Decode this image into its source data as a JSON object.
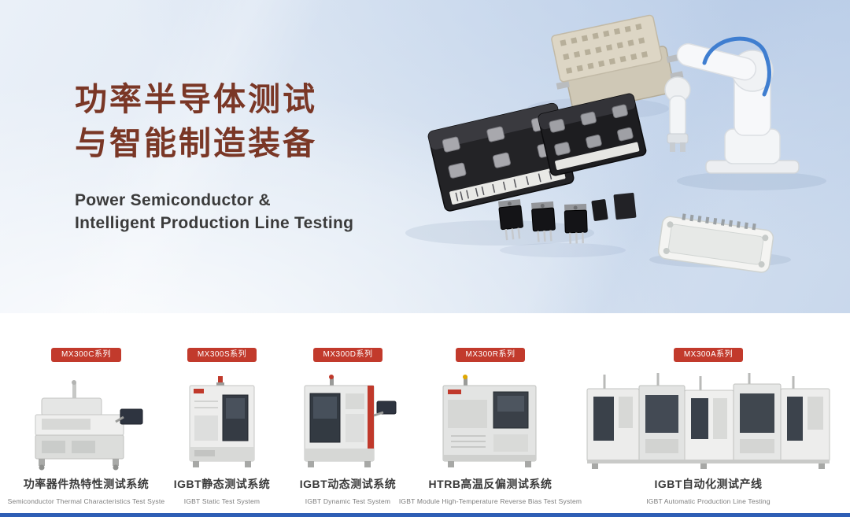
{
  "hero": {
    "title_line1": "功率半导体测试",
    "title_line2": "与智能制造装备",
    "subtitle_line1": "Power Semiconductor &",
    "subtitle_line2": "Intelligent Production Line Testing",
    "colors": {
      "title": "#7a3726",
      "subtitle": "#3b3b3b",
      "background_top": "#c9d8ec",
      "background_bottom": "#eaf0f8"
    }
  },
  "products": [
    {
      "badge": "MX300C系列",
      "name_zh": "功率器件热特性测试系统",
      "name_en": "Semiconductor Thermal Characteristics Test Syste"
    },
    {
      "badge": "MX300S系列",
      "name_zh": "IGBT静态测试系统",
      "name_en": "IGBT Static Test System"
    },
    {
      "badge": "MX300D系列",
      "name_zh": "IGBT动态测试系统",
      "name_en": "IGBT Dynamic Test System"
    },
    {
      "badge": "MX300R系列",
      "name_zh": "HTRB高温反偏测试系统",
      "name_en": "IGBT Module High-Temperature Reverse Bias Test System"
    },
    {
      "badge": "MX300A系列",
      "name_zh": "IGBT自动化测试产线",
      "name_en": "IGBT Automatic Production Line Testing"
    }
  ],
  "badge_color": "#c23a2c",
  "bottom_bar_color": "#2e5eb5"
}
